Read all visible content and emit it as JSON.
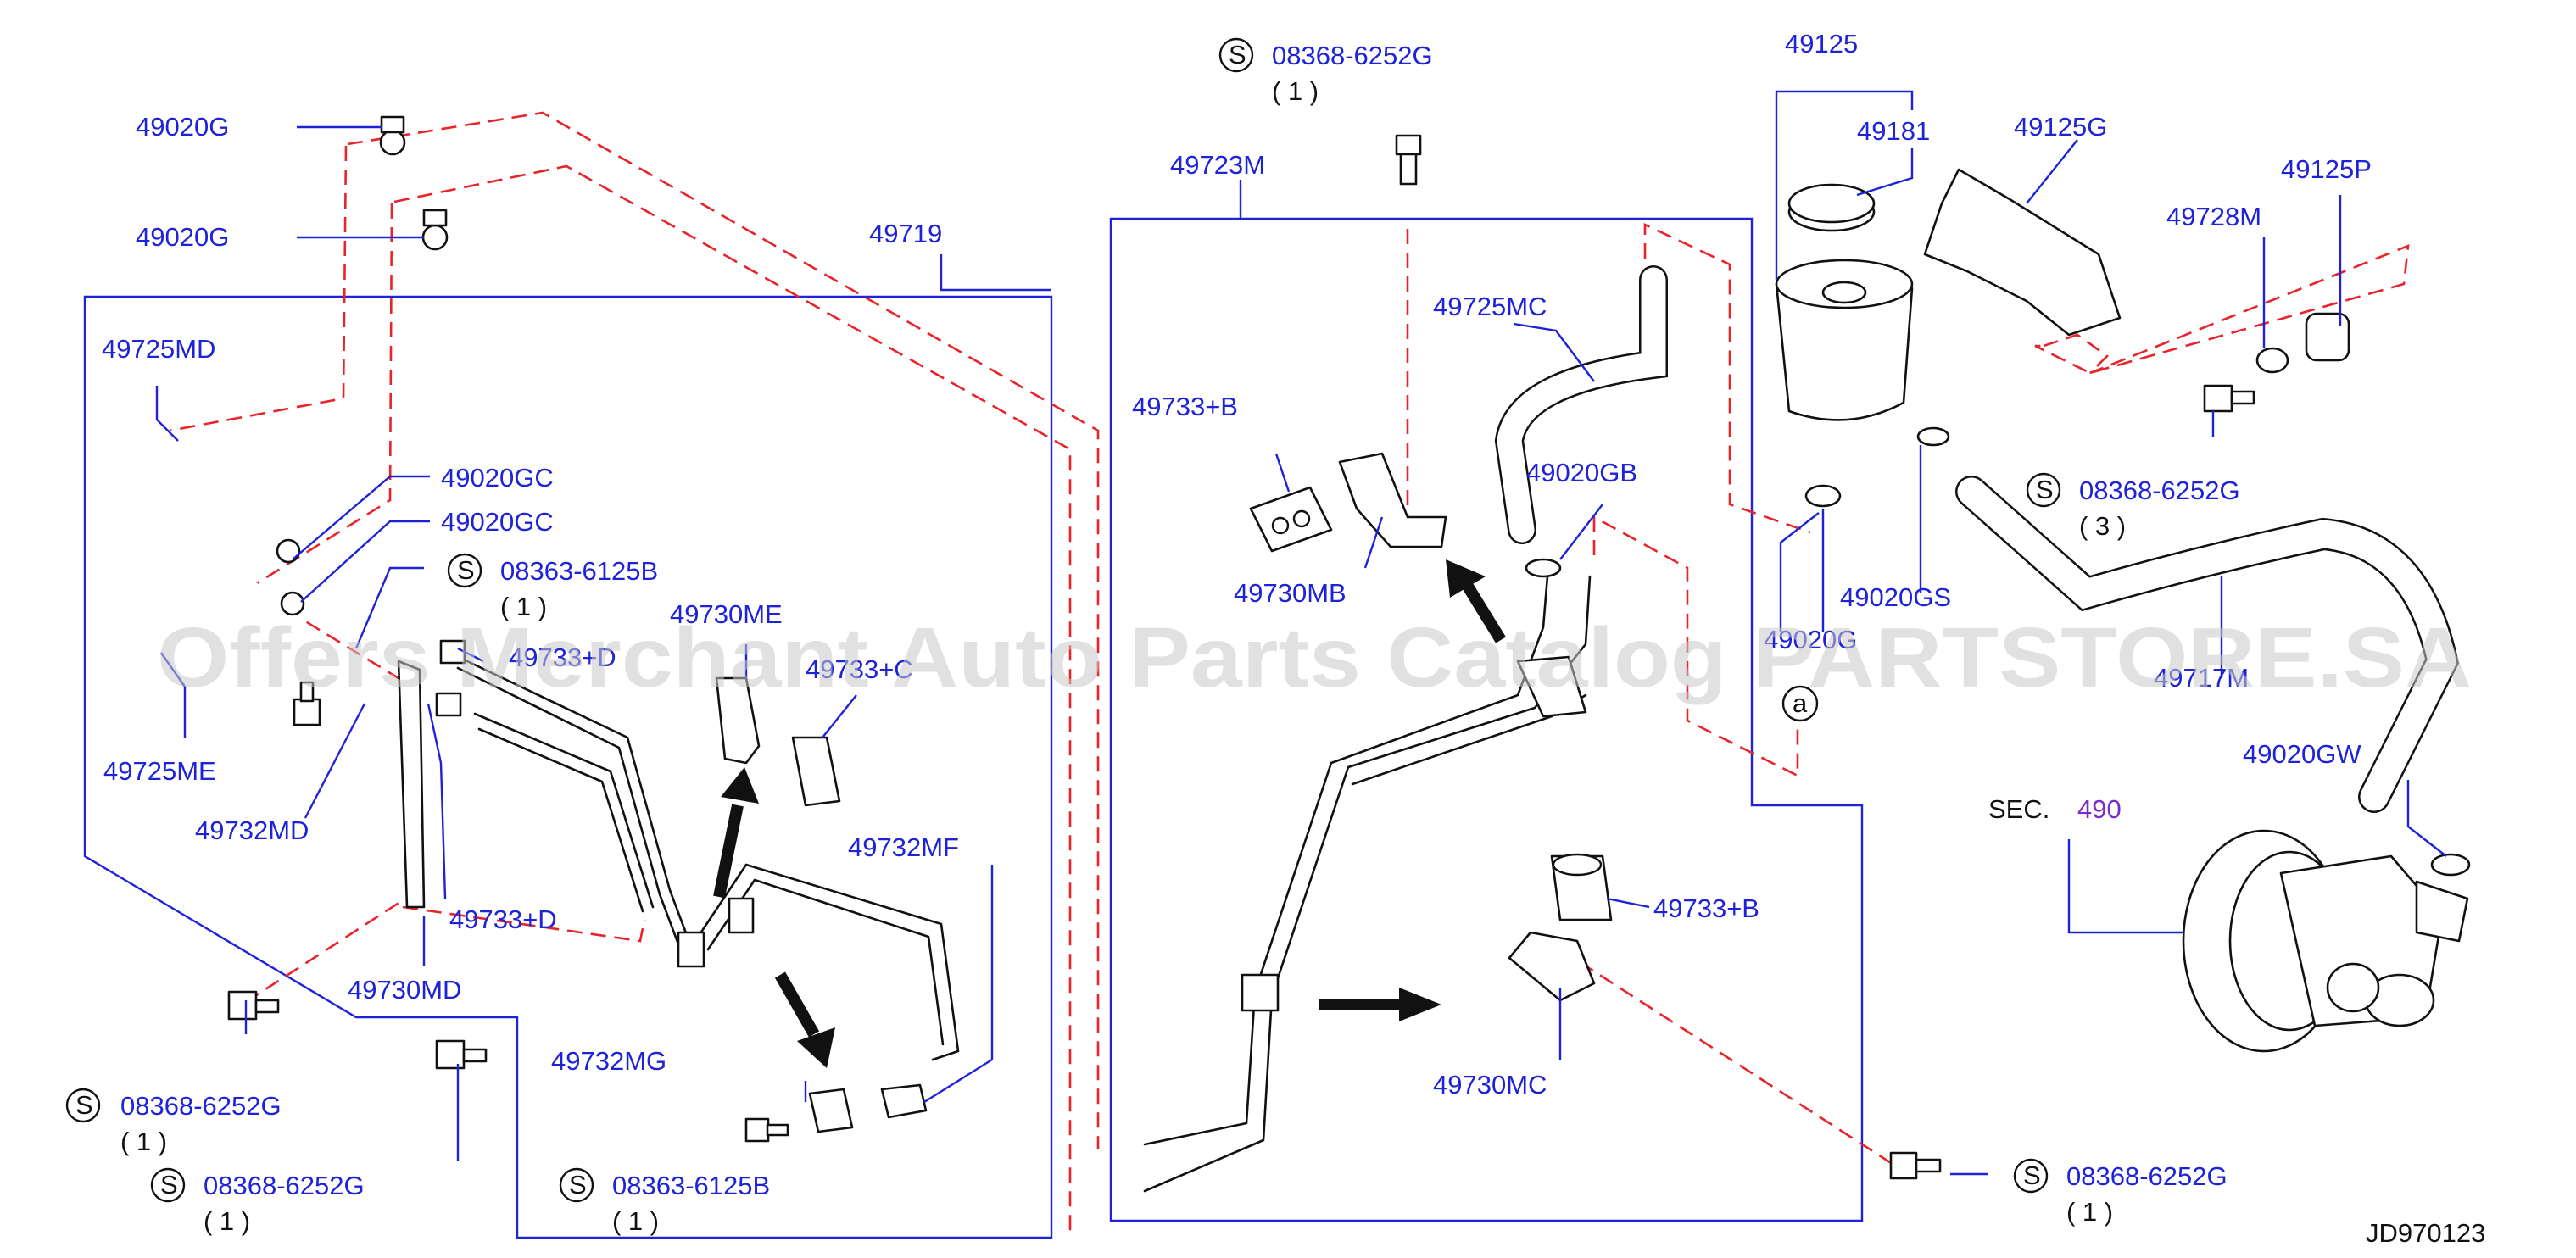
{
  "labels": {
    "l49020G_a": "49020G",
    "l49020G_b": "49020G",
    "l49719": "49719",
    "l49725MD": "49725MD",
    "l49020GC_a": "49020GC",
    "l49020GC_b": "49020GC",
    "l49725ME": "49725ME",
    "l49732MD": "49732MD",
    "l49733D_a": "49733+D",
    "l49733D_b": "49733+D",
    "l49730MD": "49730MD",
    "l49730ME": "49730ME",
    "l49733C": "49733+C",
    "l49732MF": "49732MF",
    "l49732MG": "49732MG",
    "l49723M": "49723M",
    "l49725MC": "49725MC",
    "l49733B_a": "49733+B",
    "l49730MB": "49730MB",
    "l49020GB": "49020GB",
    "l49020G_c": "49020G",
    "l49733B_b": "49733+B",
    "l49730MC": "49730MC",
    "l49125": "49125",
    "l49181": "49181",
    "l49125G": "49125G",
    "l49125P": "49125P",
    "l49728M": "49728M",
    "l49020GS": "49020GS",
    "l49717M": "49717M",
    "l49020GW": "49020GW",
    "sec": "SEC.",
    "sec_num": "490",
    "marker_a": "a",
    "figure_code": "JD970123"
  },
  "fasteners": [
    {
      "symbol": "S",
      "code": "08368-6252G",
      "qty": "( 1 )"
    },
    {
      "symbol": "S",
      "code": "08363-6125B",
      "qty": "( 1 )"
    },
    {
      "symbol": "S",
      "code": "08368-6252G",
      "qty": "( 1 )"
    },
    {
      "symbol": "S",
      "code": "08368-6252G",
      "qty": "( 1 )"
    },
    {
      "symbol": "S",
      "code": "08363-6125B",
      "qty": "( 1 )"
    },
    {
      "symbol": "S",
      "code": "08368-6252G",
      "qty": "( 3 )"
    },
    {
      "symbol": "S",
      "code": "08368-6252G",
      "qty": "( 1 )"
    }
  ],
  "watermark": "Offers Merchant Auto Parts Catalog PARTSTORE.SA",
  "colors": {
    "label": "#1e22d8",
    "leader": "#1e22d8",
    "dash": "#e8242a",
    "part": "#111111",
    "sec_ref": "#7a2bc9"
  }
}
